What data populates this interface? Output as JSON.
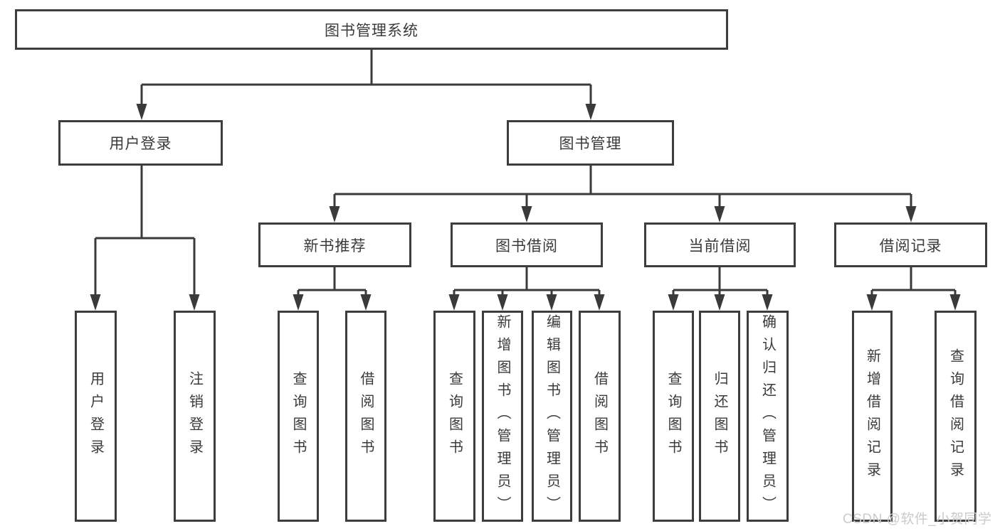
{
  "nodes": {
    "root": "图书管理系统",
    "login": "用户登录",
    "mgmt": "图书管理",
    "newbook": "新书推荐",
    "borrow": "图书借阅",
    "current": "当前借阅",
    "records": "借阅记录",
    "login_leaf1": "用户登录",
    "login_leaf2": "注销登录",
    "newbook_leaf1": "查询图书",
    "newbook_leaf2": "借阅图书",
    "borrow_leaf1": "查询图书",
    "borrow_leaf2": "新增图书（管理员）",
    "borrow_leaf3": "编辑图书（管理员）",
    "borrow_leaf4": "借阅图书",
    "current_leaf1": "查询图书",
    "current_leaf2": "归还图书",
    "current_leaf3": "确认归还（管理员）",
    "records_leaf1": "新增借阅记录",
    "records_leaf2": "查询借阅记录"
  },
  "hierarchy": {
    "图书管理系统": {
      "用户登录": [
        "用户登录",
        "注销登录"
      ],
      "图书管理": {
        "新书推荐": [
          "查询图书",
          "借阅图书"
        ],
        "图书借阅": [
          "查询图书",
          "新增图书（管理员）",
          "编辑图书（管理员）",
          "借阅图书"
        ],
        "当前借阅": [
          "查询图书",
          "归还图书",
          "确认归还（管理员）"
        ],
        "借阅记录": [
          "新增借阅记录",
          "查询借阅记录"
        ]
      }
    }
  },
  "watermark": "CSDN @软件_小贺同学",
  "colors": {
    "line": "#3a3a3a",
    "border": "#3d3d3d",
    "text": "#3a3a3a",
    "watermark": "#cbcbcb",
    "background": "#ffffff"
  }
}
